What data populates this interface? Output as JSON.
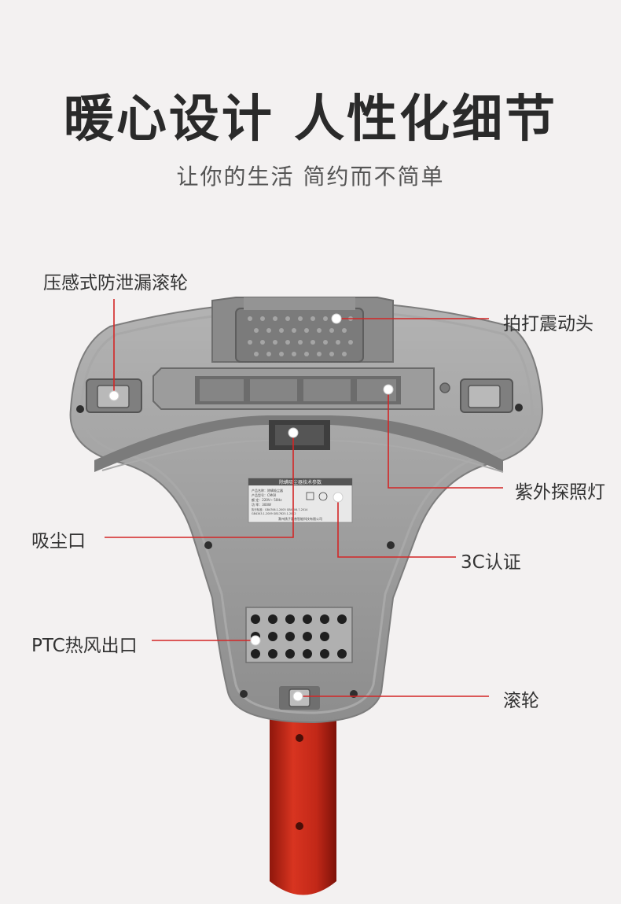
{
  "header": {
    "title": "暖心设计 人性化细节",
    "subtitle": "让你的生活  简约而不简单"
  },
  "callouts": {
    "pressure_wheel": "压感式防泄漏滚轮",
    "beater_head": "拍打震动头",
    "uv_lamp": "紫外探照灯",
    "suction_inlet": "吸尘口",
    "cert_3c": "3C认证",
    "ptc_outlet": "PTC热风出口",
    "roller": "滚轮"
  },
  "nameplate": {
    "title": "除螨吸尘器技术参数",
    "lines": [
      "产品名称：除螨吸尘器",
      "产品型号：CM60",
      "额    定：220V~ 50Hz",
      "功    率：300W",
      "执行标准：GB4706.1-2005 GB4706.7-2014",
      "GB4343.1-2009 GB17625.1-2012"
    ],
    "footer": "滁州扬子惠普智能科技有限公司"
  },
  "colors": {
    "background": "#f3f1f1",
    "body_gray": "#9a9a9a",
    "handle_red": "#c22818",
    "leader_line": "#d32626"
  }
}
